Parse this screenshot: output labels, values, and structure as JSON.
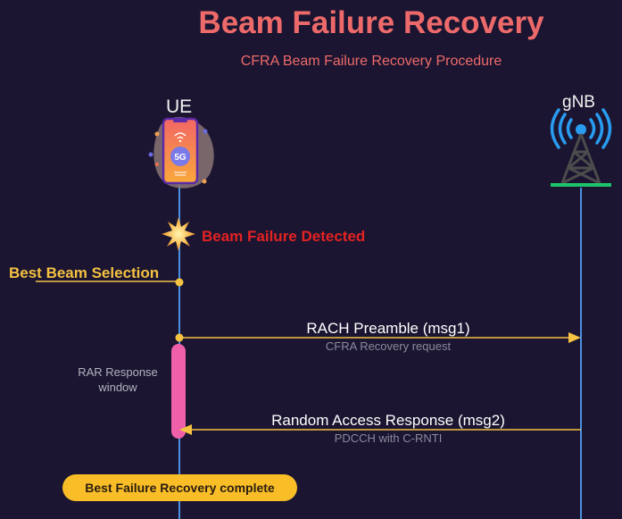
{
  "title": "Beam Failure Recovery",
  "subtitle": "CFRA Beam Failure Recovery Procedure",
  "entities": {
    "ue": {
      "label": "UE",
      "icon": "smartphone-5g-icon",
      "badge": "5G"
    },
    "gnb": {
      "label": "gNB",
      "icon": "cell-tower-icon"
    }
  },
  "events": {
    "beam_failure": {
      "label": "Beam Failure Detected",
      "icon": "explosion-icon"
    },
    "best_beam": {
      "label": "Best Beam Selection"
    }
  },
  "messages": [
    {
      "label": "RACH Preamble (msg1)",
      "sublabel": "CFRA Recovery request",
      "direction": "UE->gNB"
    },
    {
      "label": "Random Access Response (msg2)",
      "sublabel": "PDCCH with C-RNTI",
      "direction": "gNB->UE"
    }
  ],
  "window": {
    "label_line1": "RAR Response",
    "label_line2": "window"
  },
  "completion": {
    "label": "Best Failure Recovery complete"
  },
  "colors": {
    "background": "#1b1531",
    "title": "#ee6a6a",
    "lifeline": "#4a8fe0",
    "arrow": "#f5c242",
    "failure_text": "#e32222",
    "window_bar": "#f060a8",
    "completion_badge": "#f9be27",
    "tower_ground": "#1fc46a",
    "signal_waves": "#2a9cf0"
  }
}
